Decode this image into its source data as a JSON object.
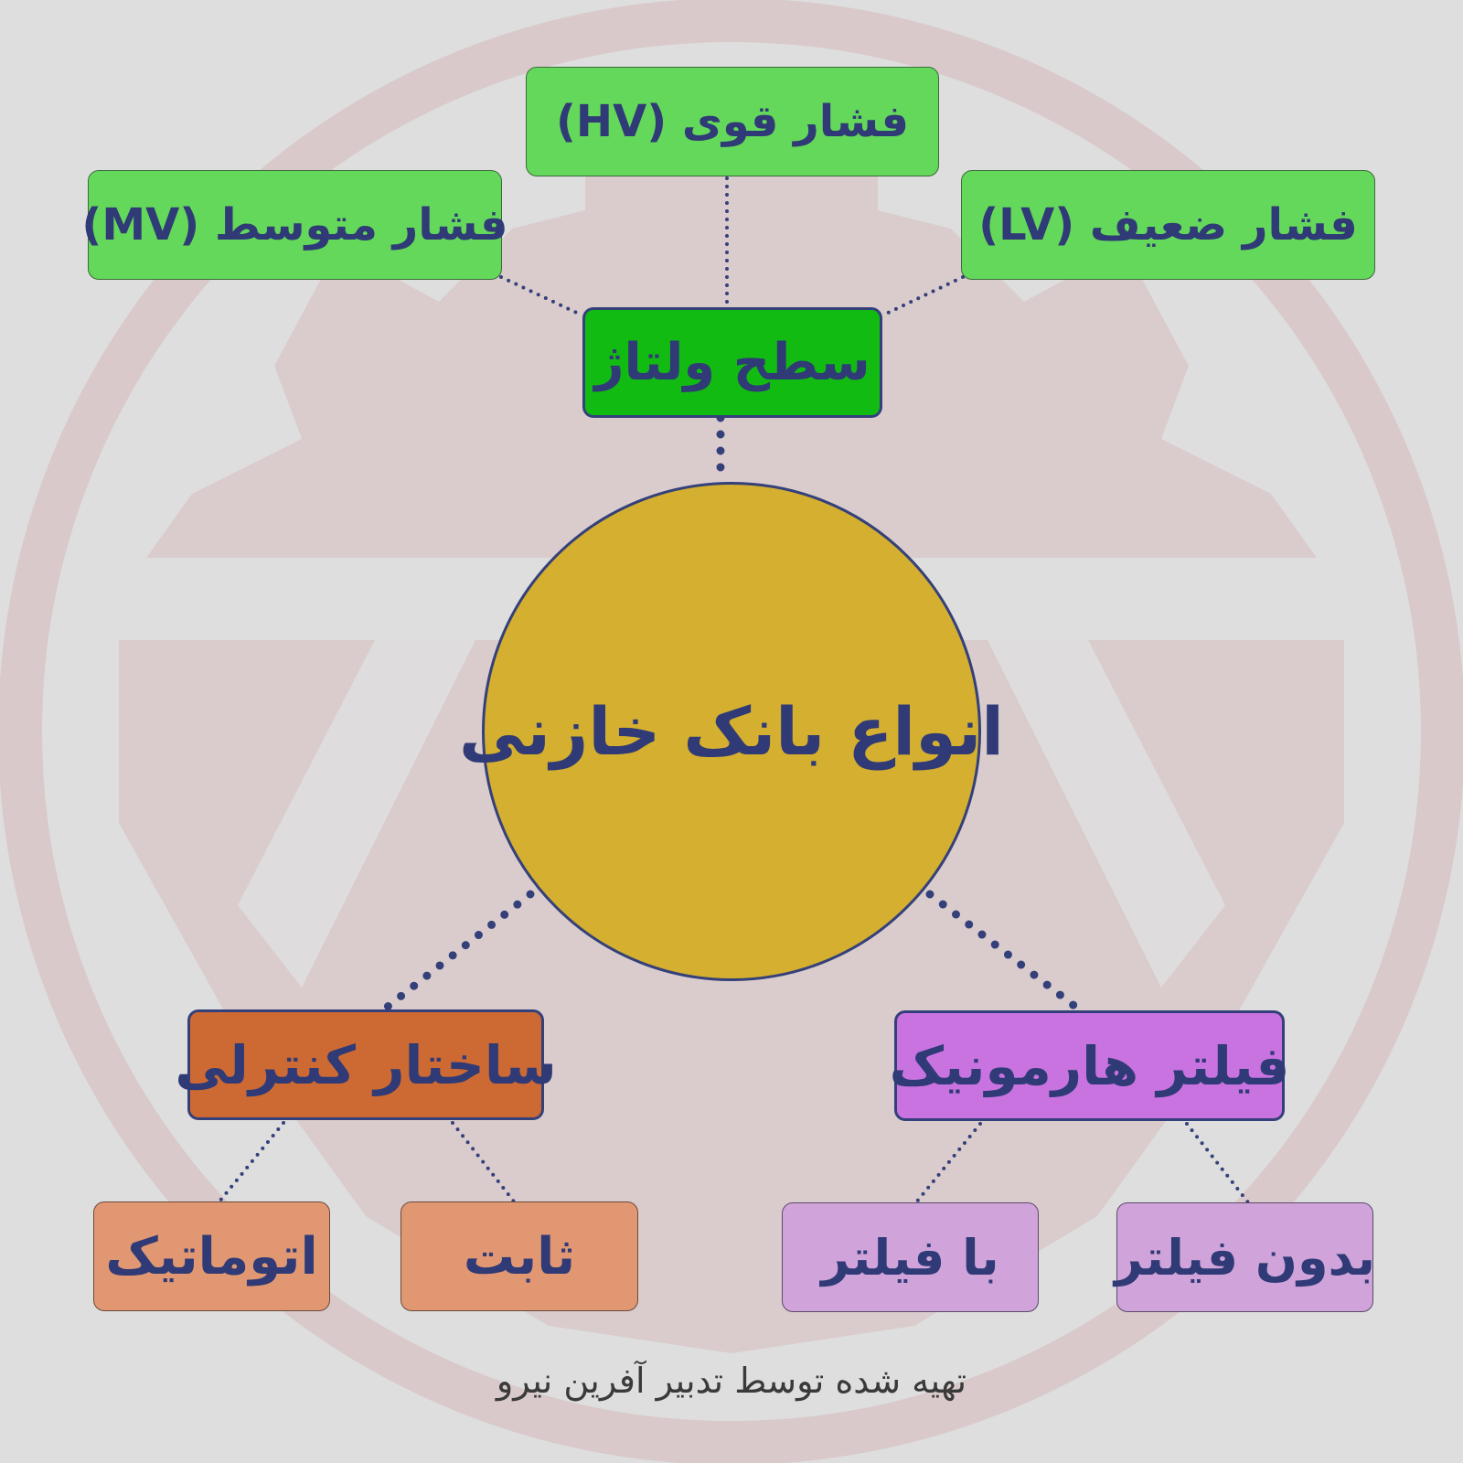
{
  "diagram": {
    "center": "انواع بانک خازنی",
    "branches": {
      "voltage": {
        "label": "سطح ولتاژ",
        "children": {
          "hv": "فشار قوی (HV)",
          "mv": "فشار متوسط (MV)",
          "lv": "فشار ضعیف (LV)"
        }
      },
      "control": {
        "label": "ساختار کنترلی",
        "children": {
          "auto": "اتوماتیک",
          "fixed": "ثابت"
        }
      },
      "harmonic": {
        "label": "فیلتر هارمونیک",
        "children": {
          "with_filter": "با فیلتر",
          "without_filter": "بدون فیلتر"
        }
      }
    }
  },
  "footer": {
    "credit": "تهیه شده توسط تدبیر آفرین نیرو"
  },
  "colors": {
    "background": "#dedede",
    "center_fill": "#d4af30",
    "voltage_fill": "#12bb12",
    "voltage_child_fill": "#64d85a",
    "control_fill": "#cd6a34",
    "control_child_fill": "#e19872",
    "harmonic_fill": "#c873e0",
    "harmonic_child_fill": "#d0a4da",
    "text": "#2f3a76",
    "connector": "#34407a",
    "watermark": "#d9c9ca"
  }
}
